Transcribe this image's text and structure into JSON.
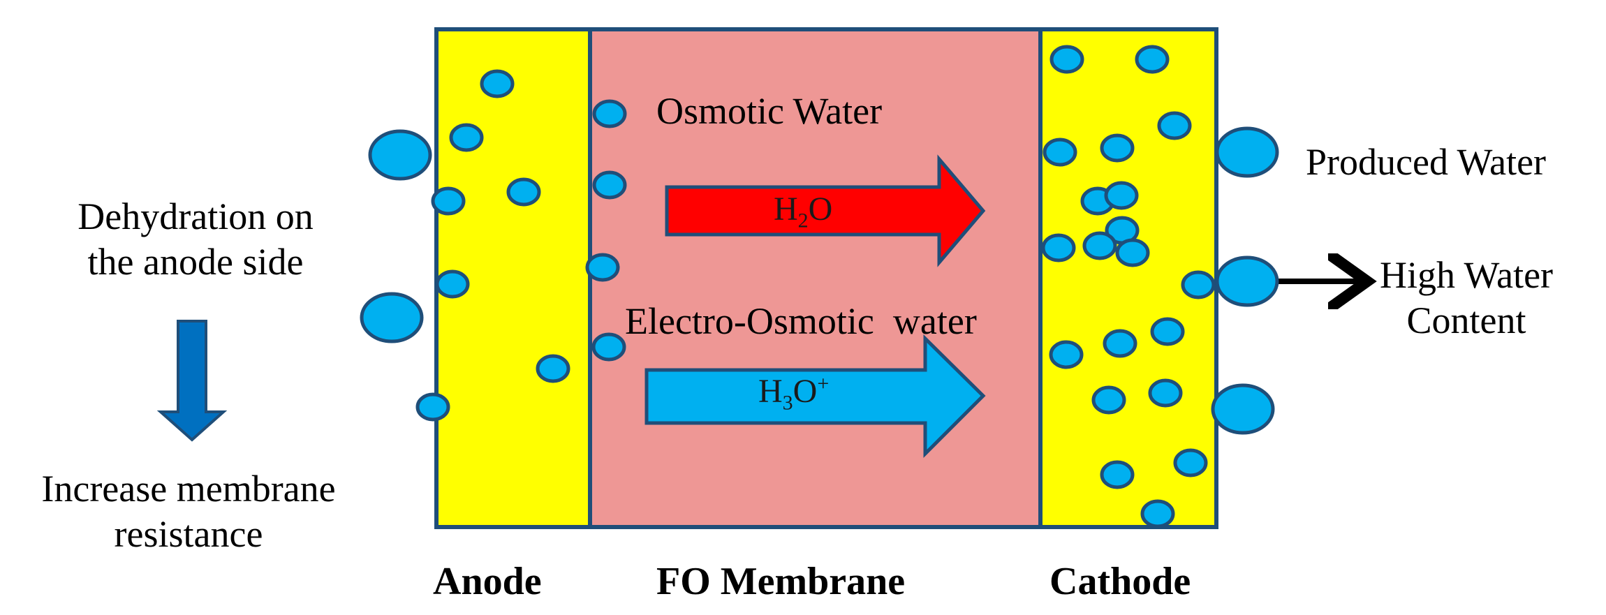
{
  "colors": {
    "electrode": "#ffff00",
    "membrane": "#ee9795",
    "border": "#1f4e79",
    "droplet_fill": "#00b0f0",
    "droplet_stroke": "#1f4e79",
    "h2o_arrow": "#ff0000",
    "h3o_arrow": "#00b0f0",
    "down_arrow": "#0070c0",
    "black": "#000000"
  },
  "left_text": {
    "dehydration_line1": "Dehydration on",
    "dehydration_line2": "the anode side",
    "increase_line1": "Increase membrane",
    "increase_line2": "resistance"
  },
  "membrane_text": {
    "osmotic": "Osmotic Water",
    "electro_osmotic": "Electro-Osmotic  water"
  },
  "arrow_labels": {
    "h2o_main": "H",
    "h2o_sub": "2",
    "h2o_tail": "O",
    "h3o_main": "H",
    "h3o_sub": "3",
    "h3o_tail": "O",
    "h3o_sup": "+"
  },
  "right_text": {
    "produced": "Produced Water",
    "high_line1": "High Water",
    "high_line2": "Content"
  },
  "bottom_labels": {
    "anode": "Anode",
    "membrane": "FO Membrane",
    "cathode": "Cathode"
  }
}
